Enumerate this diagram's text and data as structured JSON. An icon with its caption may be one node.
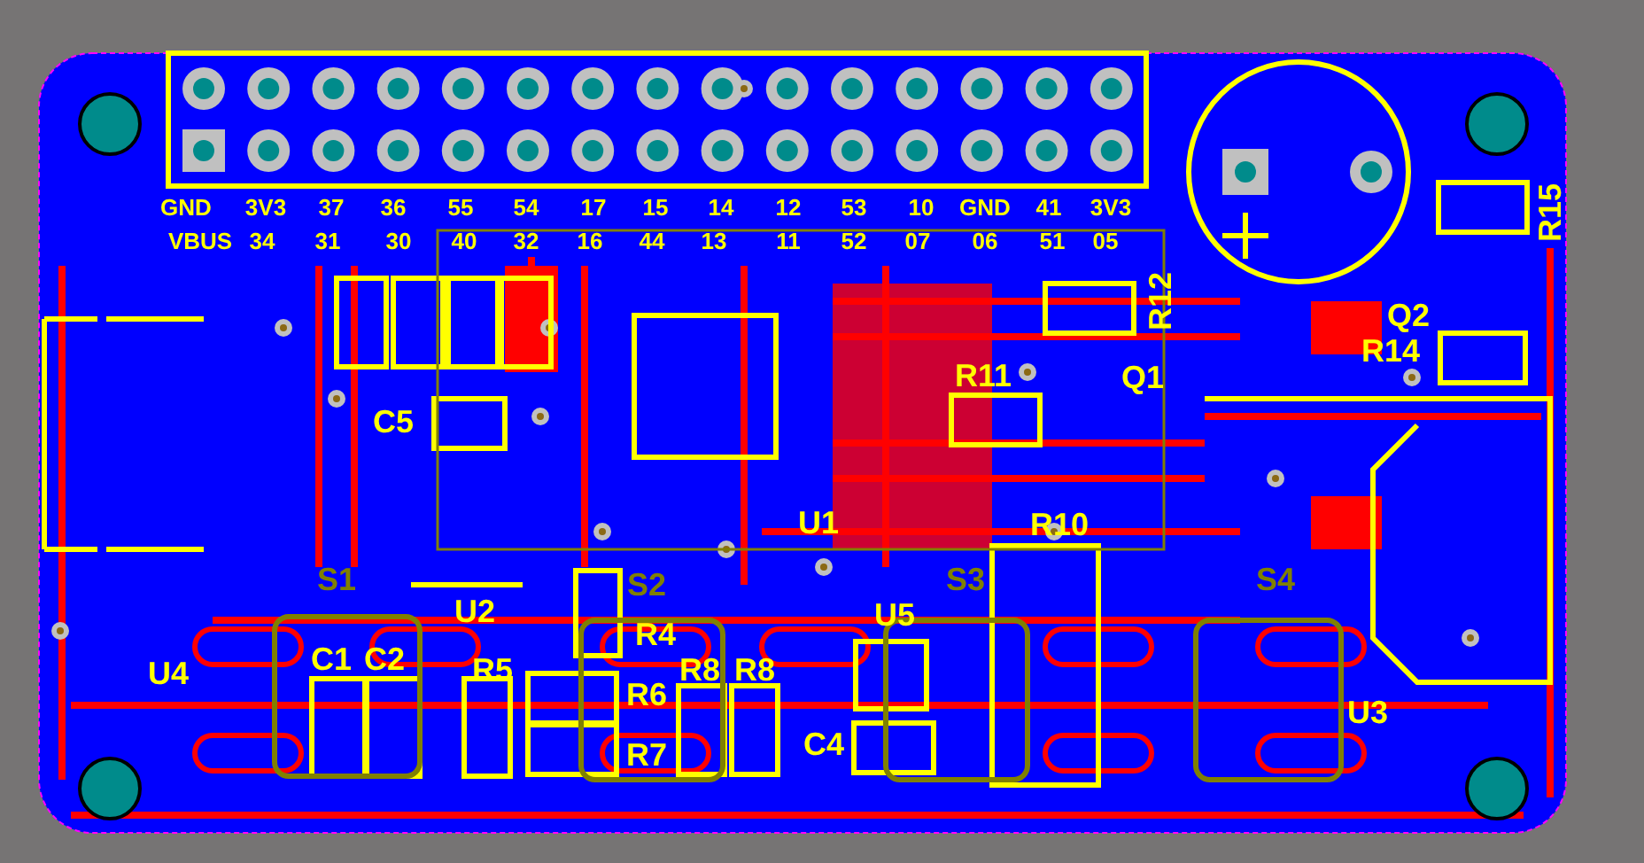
{
  "diagram": {
    "labels": [
      "GND",
      "3V3",
      "37",
      "36",
      "55",
      "54",
      "17",
      "15",
      "14",
      "12",
      "53",
      "10",
      "GND",
      "41",
      "3V3",
      "VBUS",
      "34",
      "31",
      "30",
      "40",
      "32",
      "16",
      "44",
      "13",
      "11",
      "52",
      "07",
      "06",
      "51",
      "05",
      "R15",
      "R12",
      "Q2",
      "R14",
      "C5",
      "R11",
      "Q1",
      "U1",
      "R10",
      "S1",
      "S2",
      "S3",
      "S4",
      "U2",
      "R4",
      "U4",
      "C1",
      "C2",
      "R5",
      "R6",
      "R8",
      "R8",
      "U5",
      "R7",
      "C4",
      "U3"
    ]
  }
}
